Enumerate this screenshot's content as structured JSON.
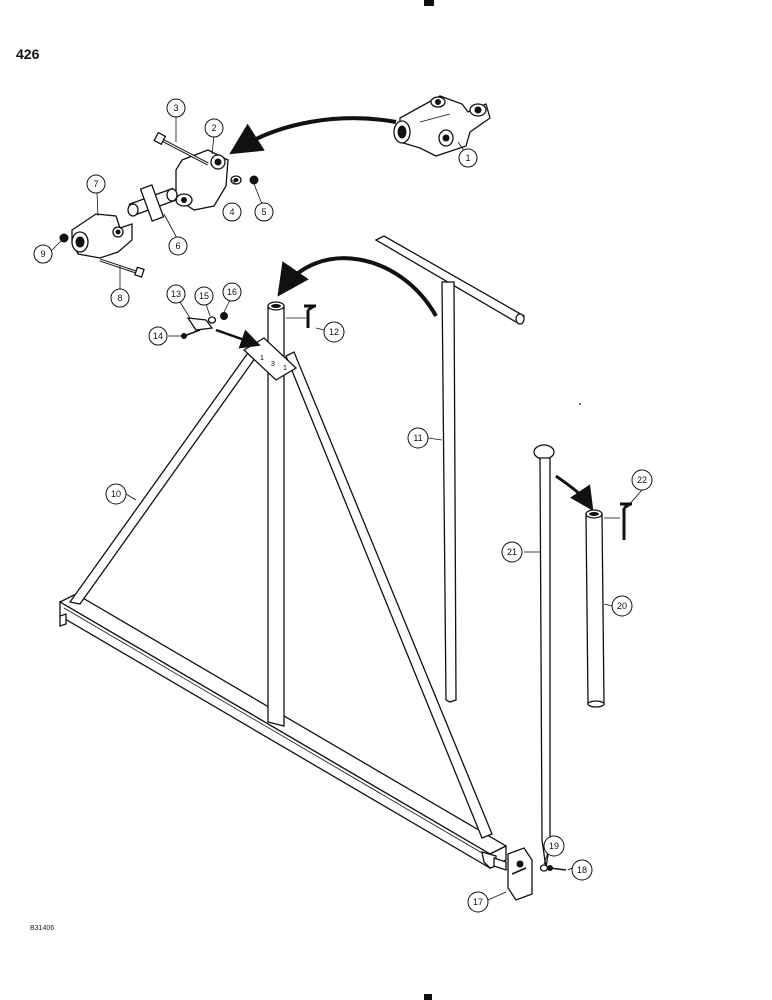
{
  "page_number": "426",
  "figure_code": "B31406",
  "header_fragment": "",
  "callouts": [
    {
      "id": "1",
      "label": "1"
    },
    {
      "id": "2",
      "label": "2"
    },
    {
      "id": "3",
      "label": "3"
    },
    {
      "id": "4",
      "label": "4"
    },
    {
      "id": "5",
      "label": "5"
    },
    {
      "id": "6",
      "label": "6"
    },
    {
      "id": "7",
      "label": "7"
    },
    {
      "id": "8",
      "label": "8"
    },
    {
      "id": "9",
      "label": "9"
    },
    {
      "id": "10",
      "label": "10"
    },
    {
      "id": "11",
      "label": "11"
    },
    {
      "id": "12",
      "label": "12"
    },
    {
      "id": "13",
      "label": "13"
    },
    {
      "id": "14",
      "label": "14"
    },
    {
      "id": "15",
      "label": "15"
    },
    {
      "id": "16",
      "label": "16"
    },
    {
      "id": "17",
      "label": "17"
    },
    {
      "id": "18",
      "label": "18"
    },
    {
      "id": "19",
      "label": "19"
    },
    {
      "id": "20",
      "label": "20"
    },
    {
      "id": "21",
      "label": "21"
    },
    {
      "id": "22",
      "label": "22"
    }
  ]
}
